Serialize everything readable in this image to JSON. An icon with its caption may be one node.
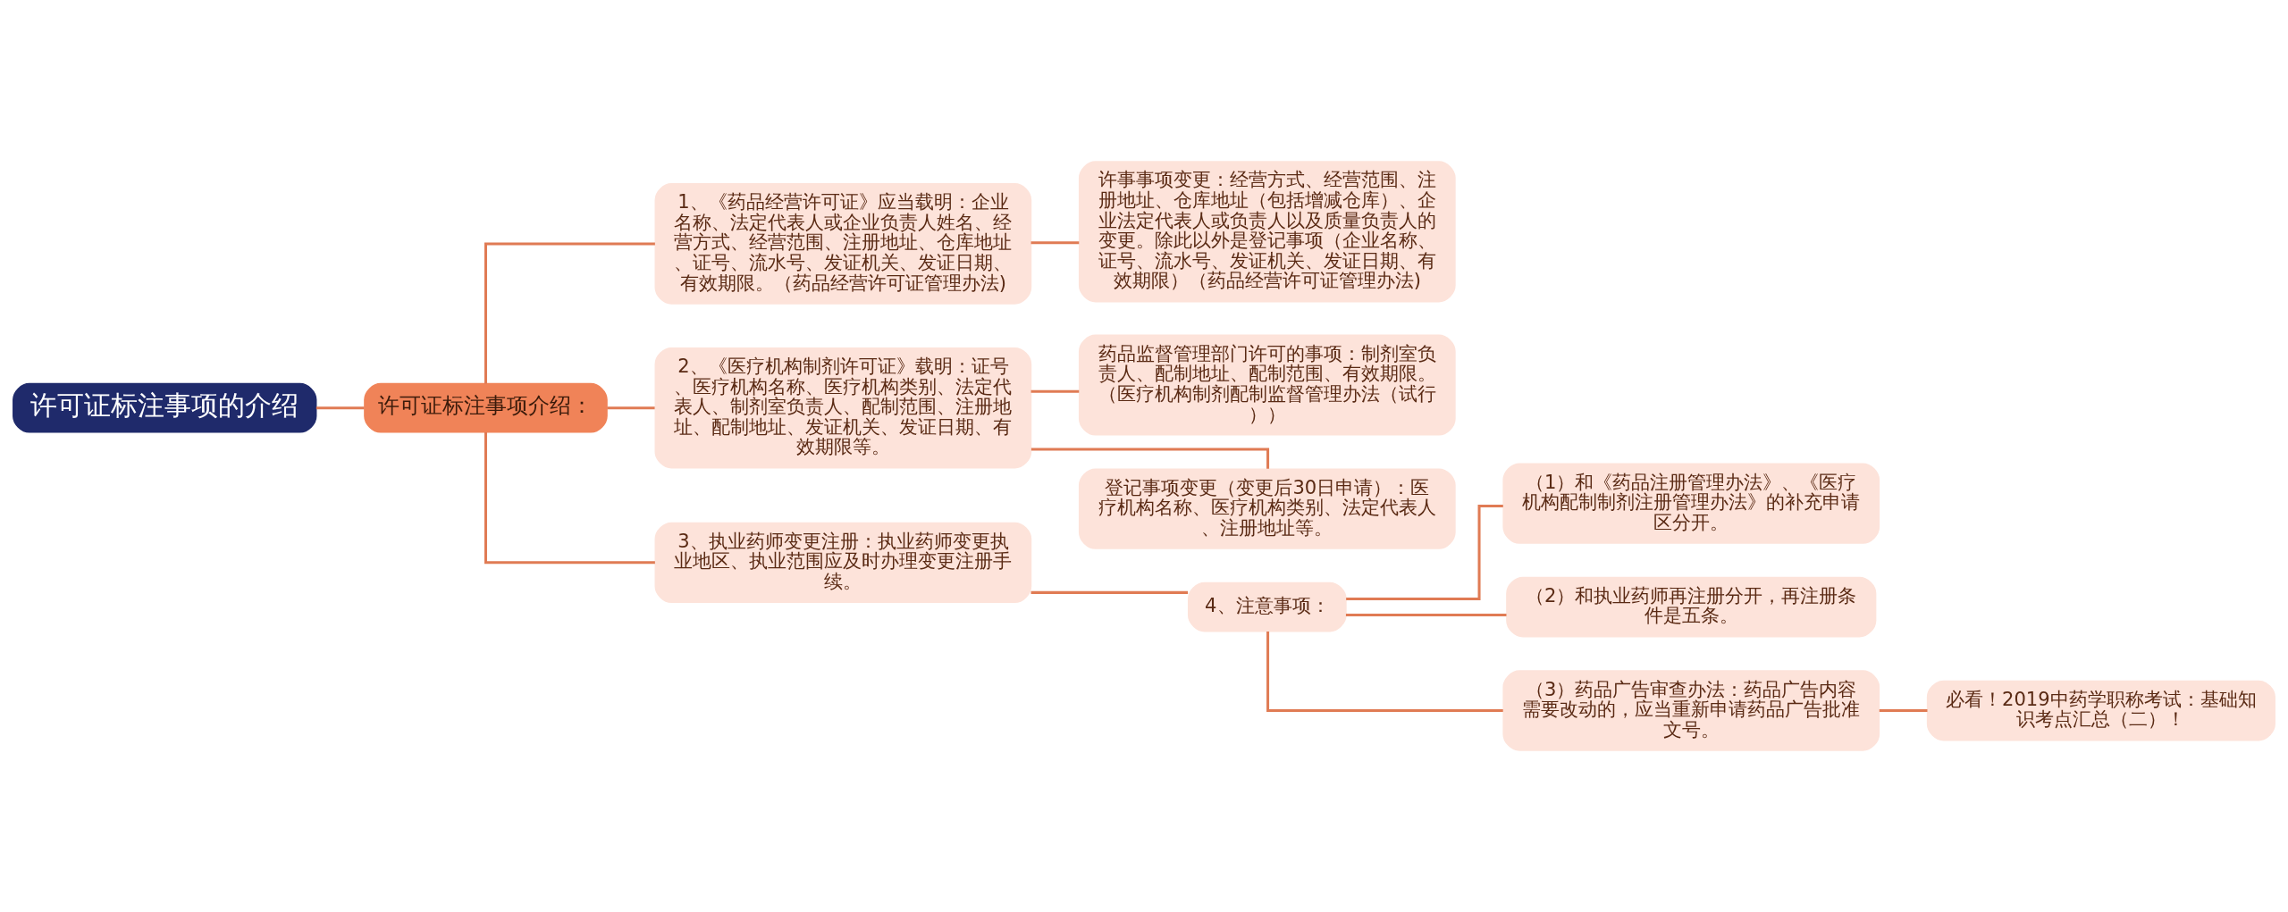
{
  "diagram": {
    "nodes": [
      {
        "text": [
          "许可证标注事项的介绍"
        ]
      },
      {
        "text": [
          "许可证标注事项介绍："
        ]
      },
      {
        "text": [
          "1、《药品经营许可证》应当载明：企业名称、法定代表人或企业负责人姓名、经营方式、经营范围、注册地址、仓库地址、证号、流水号、发证机关、发证日期、有效期限。（药品经营许可证管理办法)"
        ]
      },
      {
        "text": [
          "2、《医疗机构制剂许可证》载明：证号、医疗机构名称、医疗机构类别、法定代表人、制剂室负责人、配制范围、注册地址、配制地址、发证机关、发证日期、有效期限等。"
        ]
      },
      {
        "text": [
          "3、执业药师变更注册：执业药师变更执业地区、执业范围应及时办理变更注册手续。"
        ]
      },
      {
        "text": [
          "许事事项变更：经营方式、经营范围、注册地址、仓库地址（包括增减仓库）、企业法定代表人或负责人以及质量负责人的变更。除此以外是登记事项（企业名称、证号、流水号、发证机关、发证日期、有效期限）（药品经营许可证管理办法)"
        ]
      },
      {
        "text": [
          "药品监督管理部门许可的事项：制剂室负责人、配制地址、配制范围、有效期限。（医疗机构制剂配制监督管理办法（试行））"
        ]
      },
      {
        "text": [
          "登记事项变更（变更后30日申请）：医疗机构名称、医疗机构类别、法定代表人、注册地址等。"
        ]
      },
      {
        "text": [
          "4、注意事项："
        ]
      },
      {
        "text": [
          "（1）和《药品注册管理办法》、《医疗机构配制制剂注册管理办法》的补充申请区分开。"
        ]
      },
      {
        "text": [
          "（2）和执业药师再注册分开，再注册条件是五条。"
        ]
      },
      {
        "text": [
          "（3）药品广告审查办法：药品广告内容需要改动的，应当重新申请药品广告批准文号。"
        ]
      },
      {
        "text": [
          "必看！2019中药学职称考试：基础知识考点汇总（二）！"
        ]
      }
    ],
    "edges": [
      {
        "from": 0,
        "to": 1,
        "arrow": "none"
      },
      {
        "from": 1,
        "to": 2,
        "arrow": "none"
      },
      {
        "from": 1,
        "to": 3,
        "arrow": "none"
      },
      {
        "from": 1,
        "to": 4,
        "arrow": "none"
      },
      {
        "from": 2,
        "to": 5,
        "arrow": "none"
      },
      {
        "from": 3,
        "to": 6,
        "arrow": "none"
      },
      {
        "from": 3,
        "to": 7,
        "arrow": "none"
      },
      {
        "from": 4,
        "to": 8,
        "arrow": "none"
      },
      {
        "from": 8,
        "to": 9,
        "arrow": "none"
      },
      {
        "from": 8,
        "to": 10,
        "arrow": "none"
      },
      {
        "from": 8,
        "to": 11,
        "arrow": "none"
      },
      {
        "from": 11,
        "to": 12,
        "arrow": "none"
      }
    ]
  }
}
